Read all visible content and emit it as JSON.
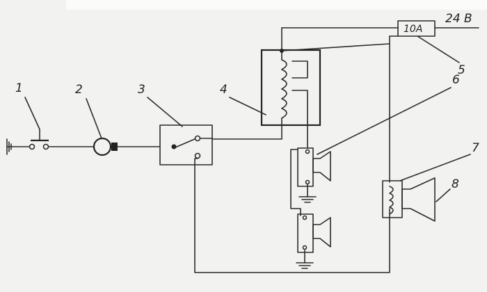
{
  "diagram": {
    "supply_voltage": "24 B",
    "fuse_rating": "10A",
    "callouts": [
      "1",
      "2",
      "3",
      "4",
      "5",
      "6",
      "7",
      "8"
    ]
  }
}
